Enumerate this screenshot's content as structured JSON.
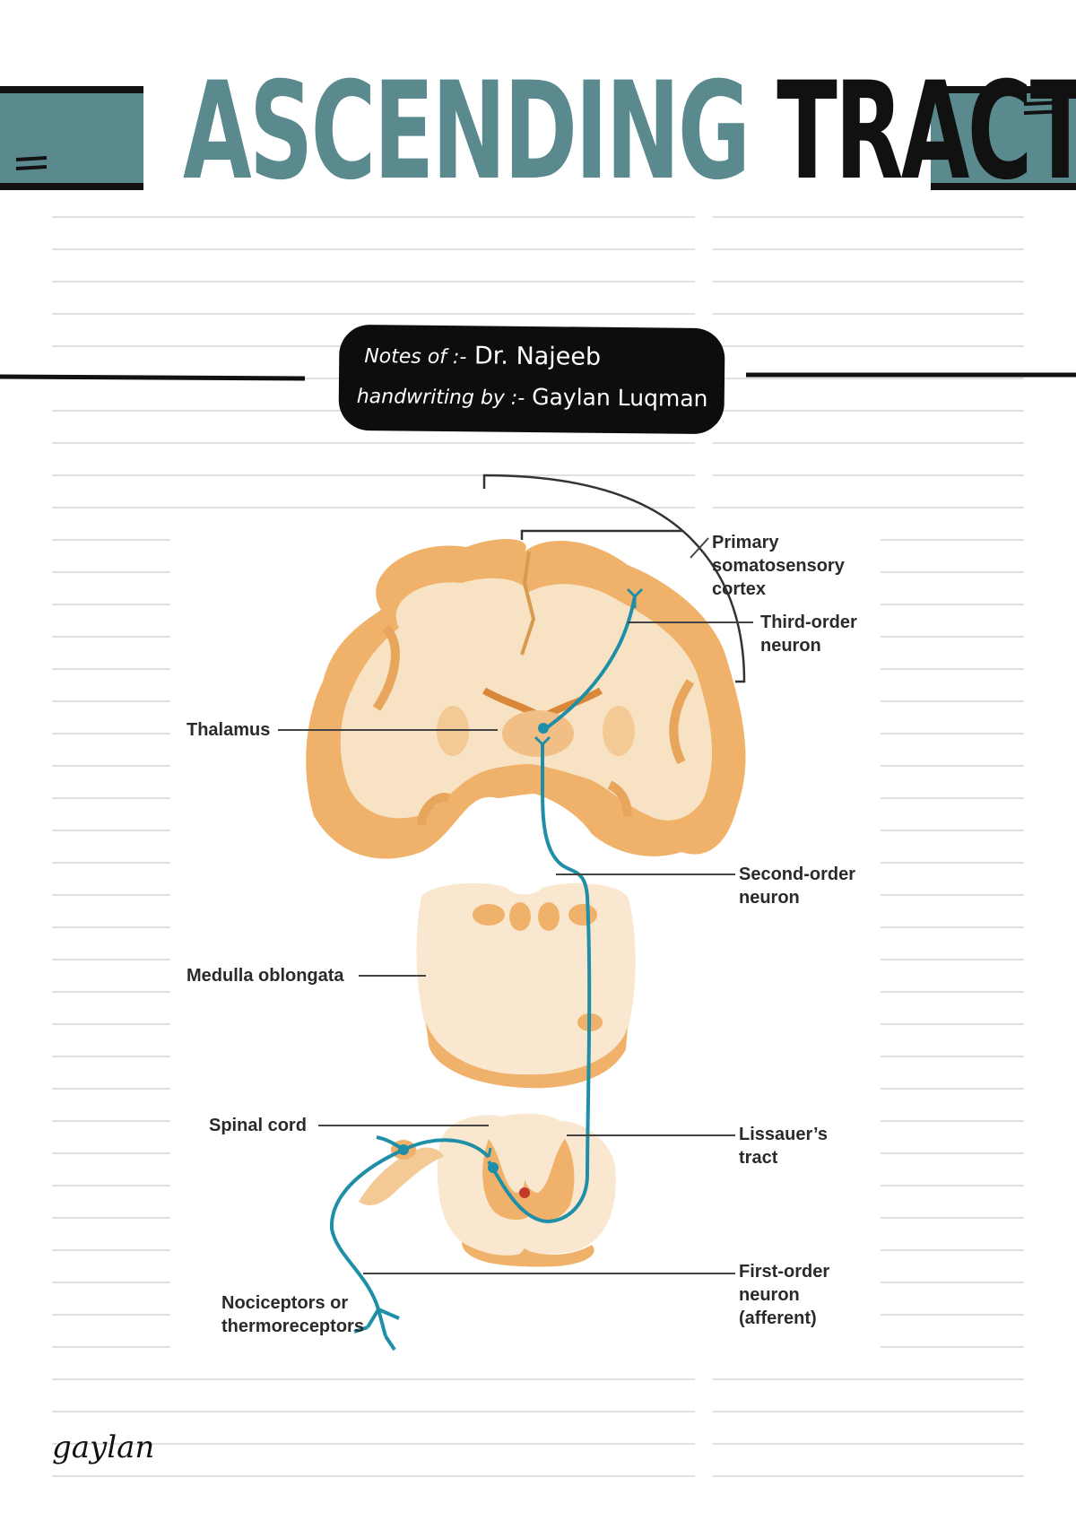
{
  "title": {
    "word1": "ASCENDING",
    "word2": "TRACT",
    "accent_color": "#5a8a8e"
  },
  "banner": {
    "line1_prefix": "Notes of :-",
    "line1_name": "Dr. Najeeb",
    "line2_prefix": "handwriting by :-",
    "line2_name": "Gaylan Luqman"
  },
  "diagram": {
    "labels": {
      "primary_cortex": [
        "Primary",
        "somatosensory",
        "cortex"
      ],
      "third_order": [
        "Third-order",
        "neuron"
      ],
      "thalamus": "Thalamus",
      "second_order": [
        "Second-order",
        "neuron"
      ],
      "medulla": "Medulla oblongata",
      "spinal_cord": "Spinal cord",
      "lissauer": [
        "Lissauer’s",
        "tract"
      ],
      "first_order": [
        "First-order",
        "neuron",
        "(afferent)"
      ],
      "receptors": [
        "Nociceptors or",
        "thermoreceptors"
      ]
    },
    "colors": {
      "pathway": "#1f8fa8",
      "gray_matter": "#f0b26a",
      "white_matter": "#f8e2c4"
    }
  },
  "signature": "gaylan"
}
